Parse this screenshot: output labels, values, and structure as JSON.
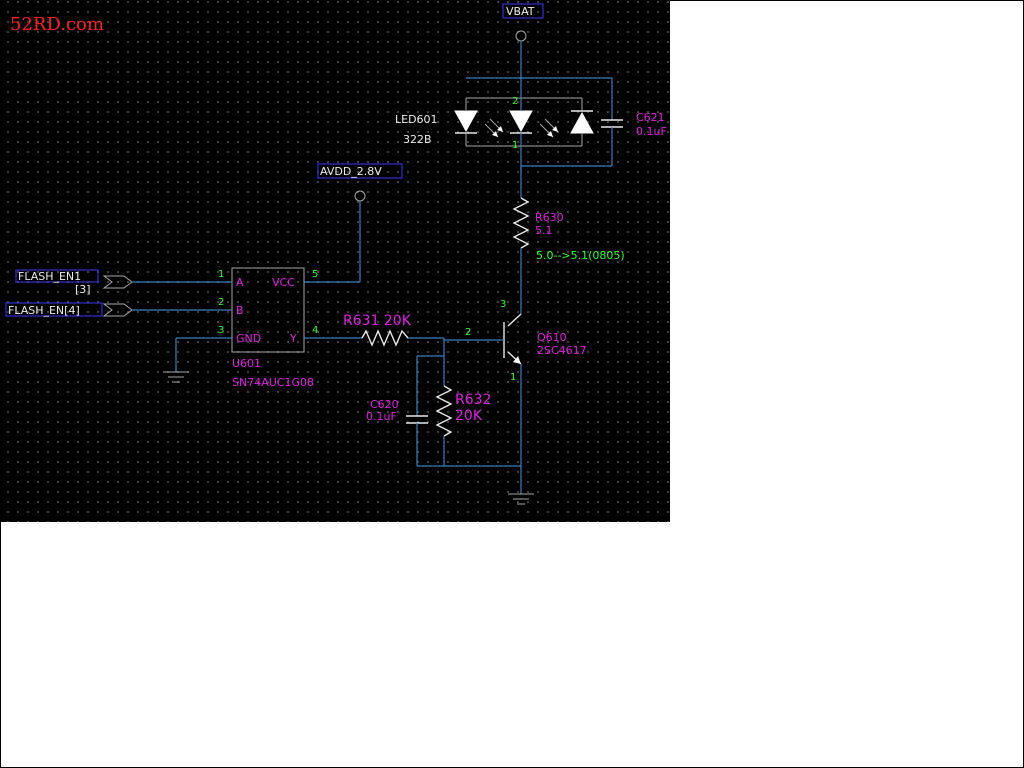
{
  "watermark": "52RD.com",
  "nets": {
    "vbat": "VBAT",
    "avdd": "AVDD_2.8V",
    "flash_en1_a": "FLASH_EN1",
    "flash_en1_b": "[3]",
    "flash_en4": "FLASH_EN[4]"
  },
  "u601": {
    "ref": "U601",
    "part": "SN74AUC1G08",
    "pins": {
      "p1": "1",
      "p2": "2",
      "p3": "3",
      "p4": "4",
      "p5": "5",
      "a": "A",
      "b": "B",
      "gnd": "GND",
      "vcc": "VCC",
      "y": "Y"
    }
  },
  "led601": {
    "ref": "LED601",
    "value": "322B",
    "pin2": "2",
    "pin1": "1"
  },
  "c621": {
    "ref": "C621",
    "value": "0.1uF"
  },
  "r630": {
    "ref": "R630",
    "value": "5.1",
    "note": "5.0-->5.1(0805)"
  },
  "q610": {
    "ref": "Q610",
    "part": "2SC4617",
    "pin_b": "2",
    "pin_c": "3",
    "pin_e": "1"
  },
  "r631": {
    "label": "R631 20K"
  },
  "r632": {
    "ref": "R632",
    "value": "20K"
  },
  "c620": {
    "ref": "C620",
    "value": "0.1uF"
  },
  "colors": {
    "background": "#000000",
    "wire": "#3a7fc0",
    "part_text": "#e020e0",
    "pin_number": "#30ff30",
    "net_label": "#ececec",
    "watermark": "#ff2020"
  }
}
